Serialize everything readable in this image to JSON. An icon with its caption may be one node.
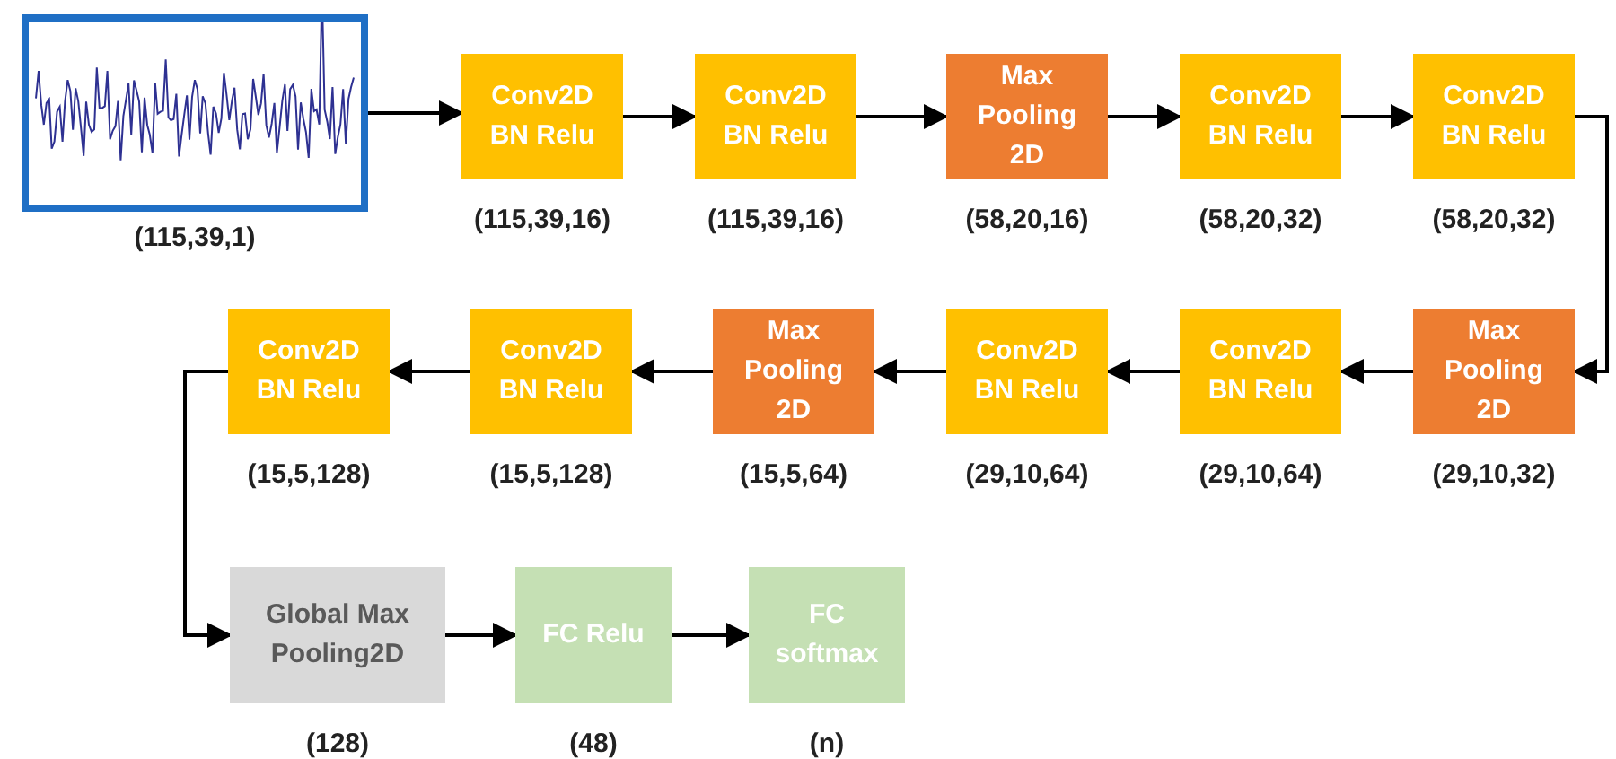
{
  "diagram": {
    "nodes": [
      {
        "text": [],
        "shape": "picture",
        "beside": [
          "(115,39,1)"
        ]
      },
      {
        "text": [
          "Conv2D BN Relu"
        ],
        "beside": [
          "(115,39,16)"
        ]
      },
      {
        "text": [
          "Conv2D BN Relu"
        ],
        "beside": [
          "(115,39,16)"
        ]
      },
      {
        "text": [
          "Max Pooling 2D"
        ],
        "beside": [
          "(58,20,16)"
        ]
      },
      {
        "text": [
          "Conv2D BN Relu"
        ],
        "beside": [
          "(58,20,32)"
        ]
      },
      {
        "text": [
          "Conv2D BN Relu"
        ],
        "beside": [
          "(58,20,32)"
        ]
      },
      {
        "text": [
          "Max Pooling 2D"
        ],
        "beside": [
          "(29,10,32)"
        ]
      },
      {
        "text": [
          "Conv2D BN Relu"
        ],
        "beside": [
          "(29,10,64)"
        ]
      },
      {
        "text": [
          "Conv2D BN Relu"
        ],
        "beside": [
          "(29,10,64)"
        ]
      },
      {
        "text": [
          "Max Pooling 2D"
        ],
        "beside": [
          "(15,5,64)"
        ]
      },
      {
        "text": [
          "Conv2D BN Relu"
        ],
        "beside": [
          "(15,5,128)"
        ]
      },
      {
        "text": [
          "Conv2D BN Relu"
        ],
        "beside": [
          "(15,5,128)"
        ]
      },
      {
        "text": [
          "Global Max Pooling2D"
        ],
        "beside": [
          "(128)"
        ]
      },
      {
        "text": [
          "FC Relu"
        ],
        "beside": [
          "(48)"
        ]
      },
      {
        "text": [
          "FC softmax"
        ],
        "beside": [
          "(n)"
        ]
      }
    ],
    "edges": [
      {
        "from": 0,
        "to": 1,
        "arrow": "to"
      },
      {
        "from": 1,
        "to": 2,
        "arrow": "to"
      },
      {
        "from": 2,
        "to": 3,
        "arrow": "to"
      },
      {
        "from": 3,
        "to": 4,
        "arrow": "to"
      },
      {
        "from": 4,
        "to": 5,
        "arrow": "to"
      },
      {
        "from": 5,
        "to": 6,
        "arrow": "to"
      },
      {
        "from": 6,
        "to": 7,
        "arrow": "to"
      },
      {
        "from": 7,
        "to": 8,
        "arrow": "to"
      },
      {
        "from": 8,
        "to": 9,
        "arrow": "to"
      },
      {
        "from": 9,
        "to": 10,
        "arrow": "to"
      },
      {
        "from": 10,
        "to": 11,
        "arrow": "to"
      },
      {
        "from": 11,
        "to": 12,
        "arrow": "to"
      },
      {
        "from": 12,
        "to": 13,
        "arrow": "to"
      },
      {
        "from": 13,
        "to": 14,
        "arrow": "to"
      }
    ]
  }
}
